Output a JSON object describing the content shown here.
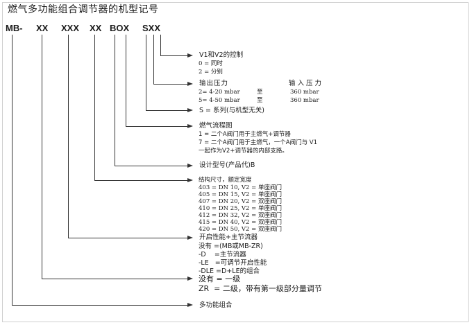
{
  "title": "燃气多功能组合调节器的机型记号",
  "code_parts": [
    "MB-",
    "XX",
    "XXX",
    "XX",
    "BOX",
    "SXX"
  ],
  "sxx": {
    "heading": "V1和V2的控制",
    "lines": [
      "0 = 同时",
      "2 = 分别"
    ]
  },
  "pressure": {
    "heading": "输出压力",
    "input_heading": "输 入 压 力",
    "rows": [
      {
        "a": "2= 4-20 mbar",
        "to": "至",
        "b": "360 mbar"
      },
      {
        "a": "5= 4-50 mbar",
        "to": "至",
        "b": "360 mbar"
      }
    ]
  },
  "series": {
    "text": "S = 系列(与机型无关)"
  },
  "flow": {
    "heading": "燃气流程图",
    "lines": [
      "1 = 二个A阀门用于主燃气+调节器",
      "7 = 二个A阀门用于主燃气，一个A阀门与 V1",
      "一起作为V2+调节器的内部支路。"
    ]
  },
  "design": {
    "text": "设计型号(产品代)B"
  },
  "size": {
    "heading": "结构尺寸，额定宽度",
    "lines": [
      "403 = DN 10, V2 = 单座阀门",
      "405 = DN 15, V2 = 单座阀门",
      "407 = DN 20, V2 = 双座阀门",
      "410 = DN 25, V2 = 单座阀门",
      "412 = DN 32, V2 = 双座阀门",
      "415 = DN 40, V2 = 双座阀门",
      "420 = DN 50, V2 = 双座阀门"
    ]
  },
  "opening": {
    "heading": "开启性能+主节流器",
    "lines": [
      "没有 =(MB或MB-ZR)",
      "-D    =主节流器",
      "-LE   =可调节开启性能",
      "-DLE =D+LE的组合"
    ]
  },
  "stage": {
    "lines": [
      "没有 = 一级",
      "ZR  = 二级，带有第一级部分量调节"
    ]
  },
  "multi": {
    "text": "多功能组合"
  }
}
